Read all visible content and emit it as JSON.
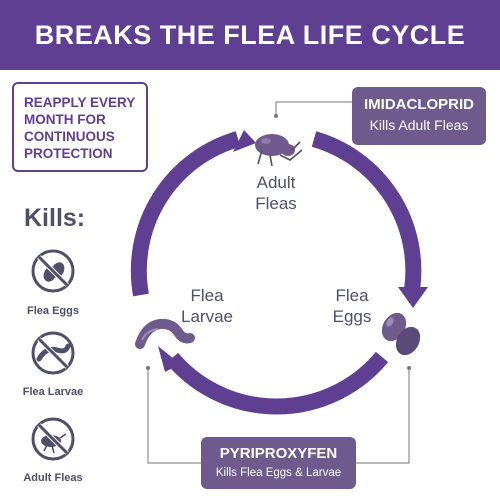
{
  "header": {
    "title": "BREAKS THE FLEA LIFE CYCLE"
  },
  "reapply": {
    "lines": [
      "REAPPLY EVERY",
      "MONTH FOR",
      "CONTINUOUS",
      "PROTECTION"
    ]
  },
  "kills": {
    "title": "Kills:",
    "items": [
      {
        "label": "Flea Eggs",
        "icon": "no-flea-eggs-icon"
      },
      {
        "label": "Flea Larvae",
        "icon": "no-flea-larvae-icon"
      },
      {
        "label": "Adult Fleas",
        "icon": "no-adult-fleas-icon"
      }
    ]
  },
  "cycle": {
    "adult": {
      "line1": "Adult",
      "line2": "Fleas"
    },
    "eggs": {
      "line1": "Flea",
      "line2": "Eggs"
    },
    "larvae": {
      "line1": "Flea",
      "line2": "Larvae"
    }
  },
  "imidacloprid": {
    "title": "IMIDACLOPRID",
    "subtitle": "Kills Adult Fleas"
  },
  "pyriproxyfen": {
    "title": "PYRIPROXYFEN",
    "subtitle": "Kills Flea Eggs & Larvae"
  },
  "colors": {
    "primary": "#5f3f91",
    "box": "#6f5a8e",
    "icon_gray": "#4f4f6a"
  }
}
